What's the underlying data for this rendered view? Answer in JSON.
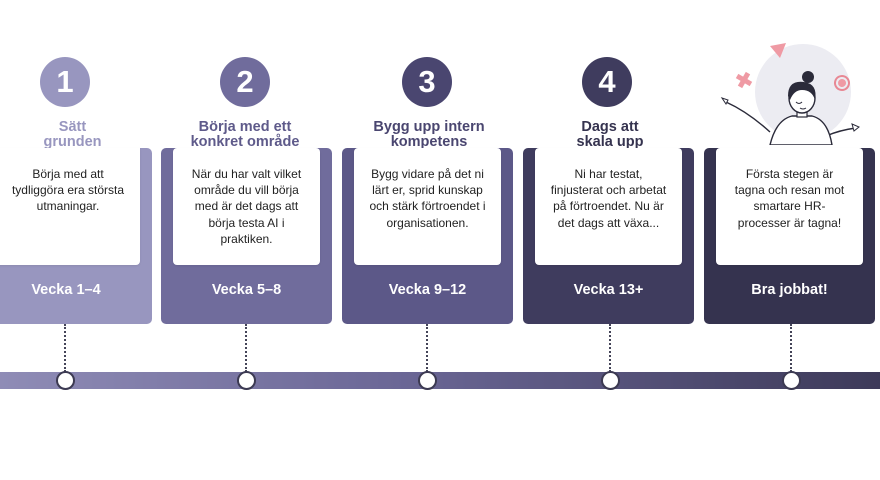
{
  "colors": {
    "step1": "#9896bf",
    "step2": "#706c9c",
    "step3": "#5c5888",
    "step4": "#3f3c5e",
    "step5": "#35334f",
    "accent_pink": "#ef9aa4"
  },
  "steps": [
    {
      "number": "1",
      "title": [
        "Sätt",
        "grunden"
      ],
      "description": [
        "Börja med att",
        "tydliggöra era största",
        "utmaningar."
      ],
      "week": "Vecka 1–4"
    },
    {
      "number": "2",
      "title": [
        "Börja med ett",
        "konkret område"
      ],
      "description": [
        "När du har valt vilket",
        "område du vill börja",
        "med är det dags att",
        "börja testa AI i",
        "praktiken."
      ],
      "week": "Vecka 5–8"
    },
    {
      "number": "3",
      "title": [
        "Bygg upp intern",
        "kompetens"
      ],
      "description": [
        "Bygg vidare på det ni",
        "lärt er, sprid kunskap",
        "och stärk förtroendet i",
        "organisationen."
      ],
      "week": "Vecka 9–12"
    },
    {
      "number": "4",
      "title": [
        "Dags att",
        "skala upp"
      ],
      "description": [
        "Ni har testat,",
        "finjusterat och arbetat",
        "på förtroendet. Nu är",
        "det dags att växa..."
      ],
      "week": "Vecka 13+"
    },
    {
      "description": [
        "Första stegen är",
        "tagna och resan mot",
        "smartare HR-",
        "processer är tagna!"
      ],
      "week": "Bra jobbat!"
    }
  ]
}
